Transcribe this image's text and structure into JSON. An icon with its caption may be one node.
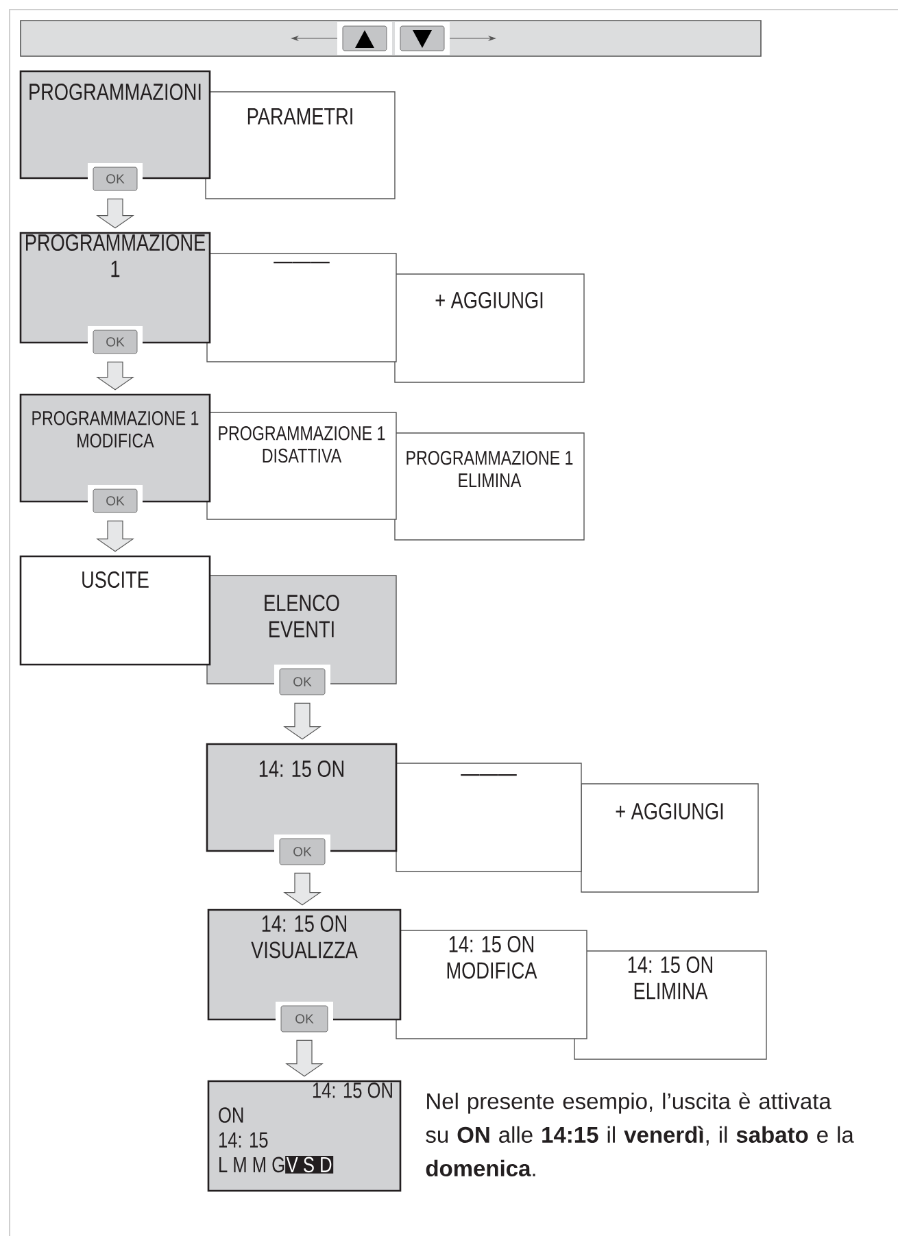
{
  "diagram": {
    "nodes": [
      {
        "text": [
          "PROGRAMMAZIONI"
        ]
      },
      {
        "text": [
          "OK"
        ]
      },
      {
        "text": [
          "PARAMETRI"
        ]
      },
      {
        "text": [
          "PROGRAMMAZIONE 1"
        ]
      },
      {
        "text": [
          "OK"
        ]
      },
      {
        "text": [
          "———"
        ]
      },
      {
        "text": [
          "+ AGGIUNGI"
        ]
      },
      {
        "text": [
          "PROGRAMMAZIONE 1 MODIFICA"
        ]
      },
      {
        "text": [
          "OK"
        ]
      },
      {
        "text": [
          "PROGRAMMAZIONE 1 DISATTIVA"
        ]
      },
      {
        "text": [
          "PROGRAMMAZIONE 1 ELIMINA"
        ]
      },
      {
        "text": [
          "USCITE"
        ]
      },
      {
        "text": [
          "ELENCO EVENTI"
        ]
      },
      {
        "text": [
          "OK"
        ]
      },
      {
        "text": [
          "14: 15 ON"
        ]
      },
      {
        "text": [
          "OK"
        ]
      },
      {
        "text": [
          "———"
        ]
      },
      {
        "text": [
          "+ AGGIUNGI"
        ]
      },
      {
        "text": [
          "14: 15 ON VISUALIZZA"
        ]
      },
      {
        "text": [
          "OK"
        ]
      },
      {
        "text": [
          "14: 15 ON MODIFICA"
        ]
      },
      {
        "text": [
          "14: 15 ON ELIMINA"
        ]
      },
      {
        "text": [
          "14: 15 ON",
          "ON",
          "14: 15",
          "L M M G",
          "V S D"
        ]
      }
    ],
    "edges": [
      {
        "from": 1,
        "to": 3,
        "arrow": "to"
      },
      {
        "from": 4,
        "to": 7,
        "arrow": "to"
      },
      {
        "from": 8,
        "to": 11,
        "arrow": "to"
      },
      {
        "from": 13,
        "to": 14,
        "arrow": "to"
      },
      {
        "from": 15,
        "to": 18,
        "arrow": "to"
      },
      {
        "from": 19,
        "to": 22,
        "arrow": "to"
      }
    ],
    "labels": [
      "Nel presente esempio, l’uscita è attivata su **ON** alle **14:15** il **venerdì**, il **sabato** e la **domenica**."
    ]
  }
}
